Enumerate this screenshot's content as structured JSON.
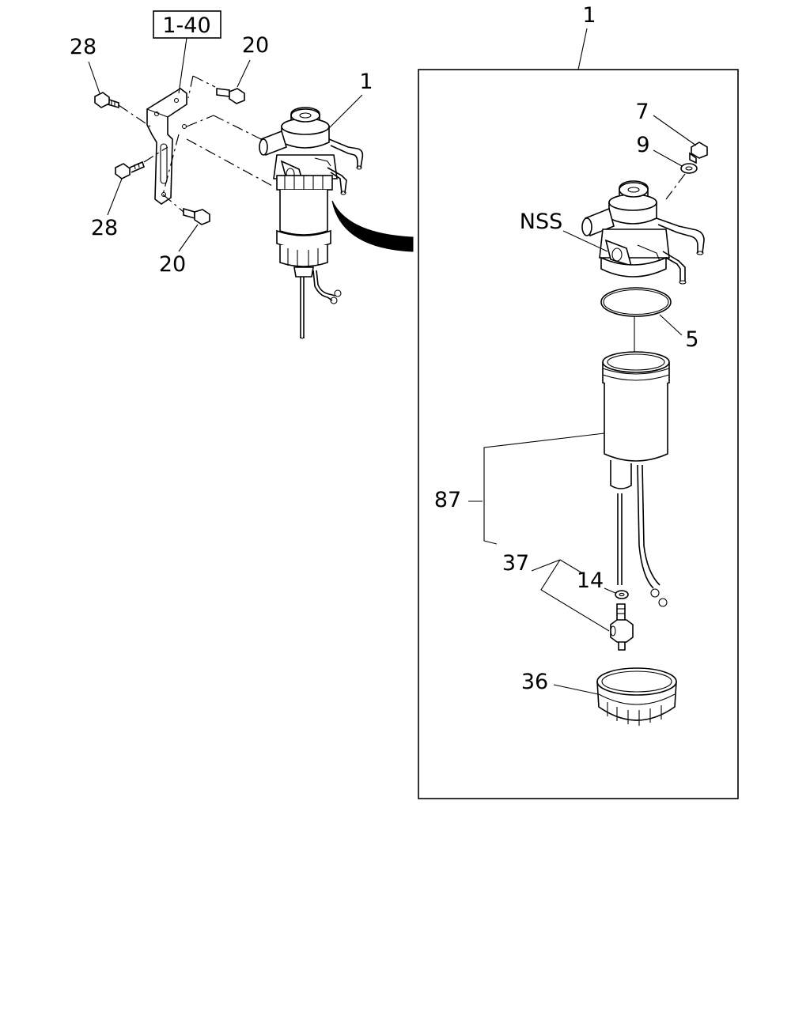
{
  "callouts": {
    "ref_box": "1-40",
    "bolt_28_top": "28",
    "bolt_20_top": "20",
    "assembly_1_left": "1",
    "bolt_28_bottom": "28",
    "bolt_20_bottom": "20",
    "assembly_1_right": "1",
    "part_7": "7",
    "part_9": "9",
    "part_nss": "NSS",
    "part_5": "5",
    "part_87": "87",
    "part_37": "37",
    "part_14": "14",
    "part_36": "36"
  },
  "colors": {
    "line": "#000000",
    "background": "#ffffff"
  }
}
